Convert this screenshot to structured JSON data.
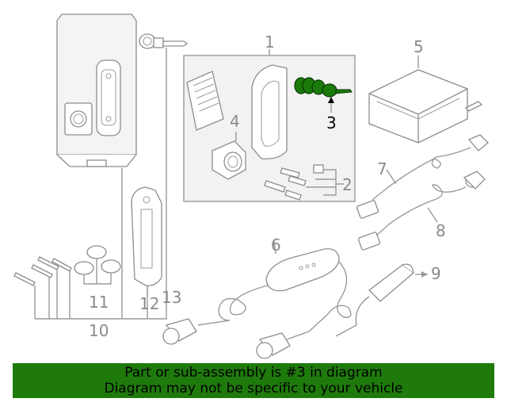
{
  "diagram": {
    "callouts": [
      "1",
      "2",
      "3",
      "4",
      "5",
      "6",
      "7",
      "8",
      "9",
      "10",
      "11",
      "12",
      "13"
    ],
    "highlighted_part": "3",
    "highlight_color": "#1a7a0a",
    "line_color": "#9a9a9a"
  },
  "banner": {
    "line1": "Part or sub-assembly is #3 in diagram",
    "line2": "Diagram may not be specific to your vehicle",
    "background": "#1f7a0c"
  }
}
